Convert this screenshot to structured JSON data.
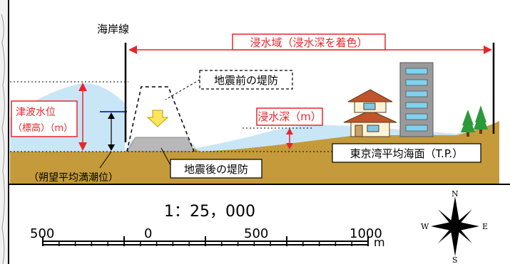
{
  "diagram": {
    "coastline_label": "海岸線",
    "inundation_area_label": "浸水域（浸水深を着色）",
    "tsunami_level_label_line1": "津波水位",
    "tsunami_level_label_line2": "（標高）（m）",
    "tide_label": "（朔望平均満潮位）",
    "embankment_before_label": "地震前の堤防",
    "embankment_after_label": "地震後の堤防",
    "inundation_depth_label": "浸水深（m）",
    "tp_label": "東京湾平均海面（T.P.）"
  },
  "scale": {
    "ratio": "1：25，000",
    "ticks": [
      "500",
      "0",
      "500",
      "1000"
    ],
    "unit": "m"
  },
  "compass": {
    "n": "N",
    "s": "S",
    "e": "E",
    "w": "W"
  },
  "colors": {
    "label_red": "#e8262a",
    "sea_blue": "#c9e6f7",
    "wave_blue": "#bde0f5",
    "ground_brown": "#c49a3a",
    "embankment_gray": "#b8b8b8",
    "water_line_blue": "#1f3fc4",
    "arrow_yellow": "#ffe65a"
  }
}
